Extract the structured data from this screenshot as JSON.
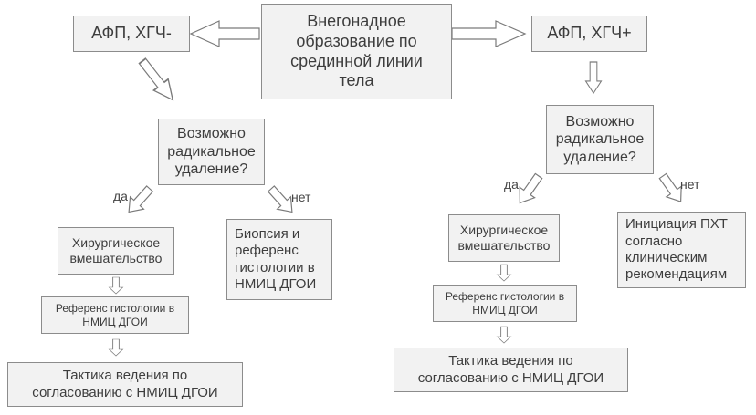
{
  "nodes": {
    "center": "Внегонадное образование по срединной линии тела",
    "left_marker": "АФП, ХГЧ-",
    "right_marker": "АФП, ХГЧ+",
    "left_question": "Возможно радикальное удаление?",
    "right_question": "Возможно радикальное удаление?",
    "left_surgery": "Хирургическое вмешательство",
    "left_biopsy": "Биопсия и референс гистологии в НМИЦ ДГОИ",
    "left_reference": "Референс гистологии в НМИЦ ДГОИ",
    "left_tactics": "Тактика ведения по согласованию с НМИЦ ДГОИ",
    "right_surgery": "Хирургическое вмешательство",
    "right_chemo": "Инициация ПХТ согласно клиническим рекомендациям",
    "right_reference": "Референс гистологии в НМИЦ ДГОИ",
    "right_tactics": "Тактика ведения по согласованию с НМИЦ ДГОИ"
  },
  "labels": {
    "left_yes": "да",
    "left_no": "нет",
    "right_yes": "да",
    "right_no": "нет"
  },
  "colors": {
    "box_fill": "#f2f2f2",
    "box_border": "#8c8c8c",
    "arrow_stroke": "#7a7a7a",
    "text": "#3d3d3d"
  }
}
